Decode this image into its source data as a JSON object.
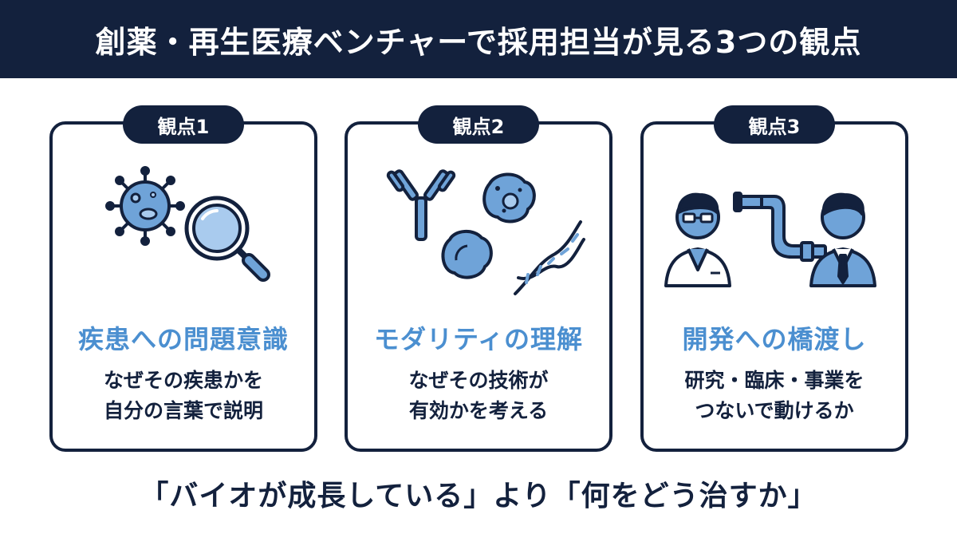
{
  "header": {
    "title": "創薬・再生医療ベンチャーで採用担当が見る3つの観点"
  },
  "cards": [
    {
      "badge": "観点1",
      "heading": "疾患への問題意識",
      "desc_line1": "なぜその疾患かを",
      "desc_line2": "自分の言葉で説明"
    },
    {
      "badge": "観点2",
      "heading": "モダリティの理解",
      "desc_line1": "なぜその技術が",
      "desc_line2": "有効かを考える"
    },
    {
      "badge": "観点3",
      "heading": "開発への橋渡し",
      "desc_line1": "研究・臨床・事業を",
      "desc_line2": "つないで動けるか"
    }
  ],
  "footer": {
    "text": "「バイオが成長している」より「何をどう治すか」"
  },
  "colors": {
    "navy": "#13213d",
    "accent_blue": "#4b8fd0",
    "fill_blue": "#6fa3d8",
    "light_blue": "#a9cbee"
  }
}
